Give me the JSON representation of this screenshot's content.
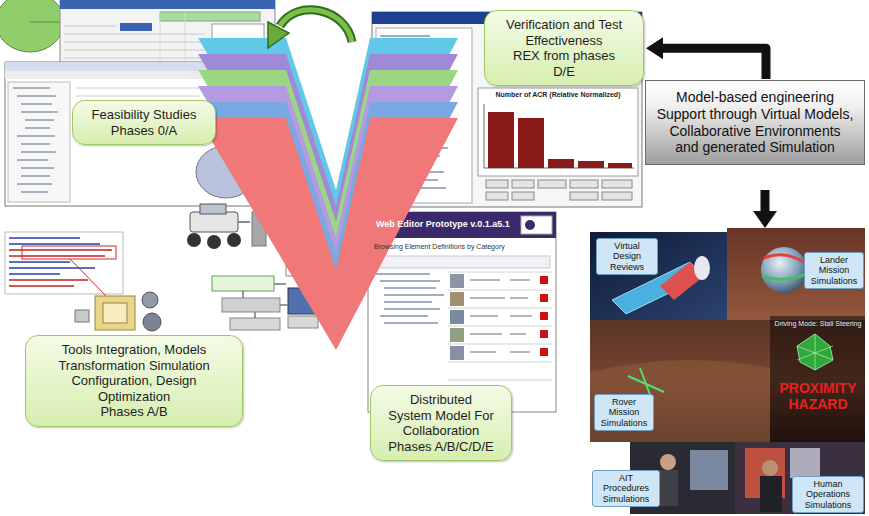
{
  "diagram": {
    "nodes": [
      {
        "text": [
          "Feasibility Studies",
          "Phases 0/A"
        ]
      },
      {
        "text": [
          "Verification and Test Effectiveness",
          "REX from phases D/E"
        ]
      },
      {
        "text": [
          "Model-based engineering Support through Virtual Models, Collaborative Environments and generated Simulation"
        ]
      },
      {
        "text": [
          "Tools Integration, Models Transformation Simulation Configuration, Design Optimization",
          "Phases A/B"
        ]
      },
      {
        "text": [
          "Distributed System Model For Collaboration",
          "Phases A/B/C/D/E"
        ]
      },
      {
        "text": [
          "Virtual Design Reviews"
        ]
      },
      {
        "text": [
          "Lander Mission Simulations"
        ]
      },
      {
        "text": [
          "Rover Mission Simulations"
        ]
      },
      {
        "text": [
          "AIT Procedures Simulations"
        ]
      },
      {
        "text": [
          "Human Operations Simulations"
        ]
      }
    ],
    "edges": [
      {
        "from": 2,
        "to": 1,
        "arrow": "to"
      }
    ],
    "labels": [
      "Web Editor Prototype v.0.1.a5.1",
      "Browsing Element Definitions by Category",
      "Number of ACR (Relative Normalized)",
      "PROXIMITY HAZARD",
      "Driving Mode: Stall Steering"
    ]
  }
}
